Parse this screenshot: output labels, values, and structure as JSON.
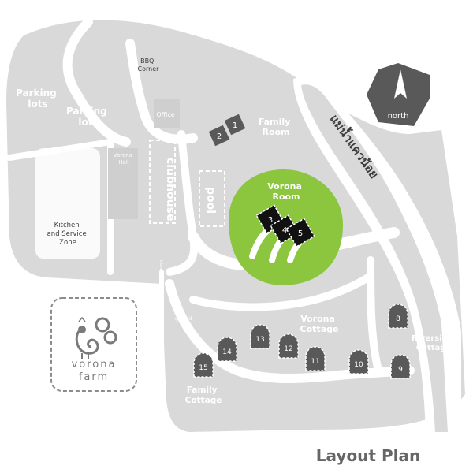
{
  "map": {
    "title": "Layout Plan",
    "areas": {
      "parking_lots_1": [
        "Parking",
        "lots"
      ],
      "parking_lots_2": [
        "Parking",
        "lots"
      ],
      "bbq_corner": [
        "BBQ",
        "Corner"
      ],
      "office": "Office",
      "family_room": [
        "Family",
        "Room"
      ],
      "clubhouse": "clubhouse",
      "pool": "pool",
      "vorona_hall": [
        "Vorona",
        "Hall"
      ],
      "kitchen": [
        "Kitchen",
        "and Service",
        "Zone"
      ],
      "vorona_room": [
        "Vorona",
        "Room"
      ],
      "library": "Library Room",
      "playground": [
        "play",
        "ground"
      ],
      "vorona_cottage": [
        "Vorona",
        "Cottage"
      ],
      "riverside_cottage": [
        "Riverside",
        "Cottage"
      ],
      "family_cottage": [
        "Family",
        "Cottage"
      ],
      "river": "แม่น้ำแควน้อย",
      "north": "north"
    },
    "logo_text": [
      "vorona",
      "farm"
    ],
    "rooms": {
      "family_room_units": [
        "1",
        "2"
      ],
      "vorona_room_units": [
        "3",
        "4",
        "5"
      ],
      "cottages": [
        "15",
        "14",
        "13",
        "12",
        "11",
        "10",
        "8",
        "9"
      ]
    },
    "colors": {
      "ground": "#d9d9d9",
      "roads": "#ffffff",
      "lawn": "#8cc63f",
      "units_gray": "#595959",
      "units_black": "#111111",
      "title": "#666666"
    }
  }
}
